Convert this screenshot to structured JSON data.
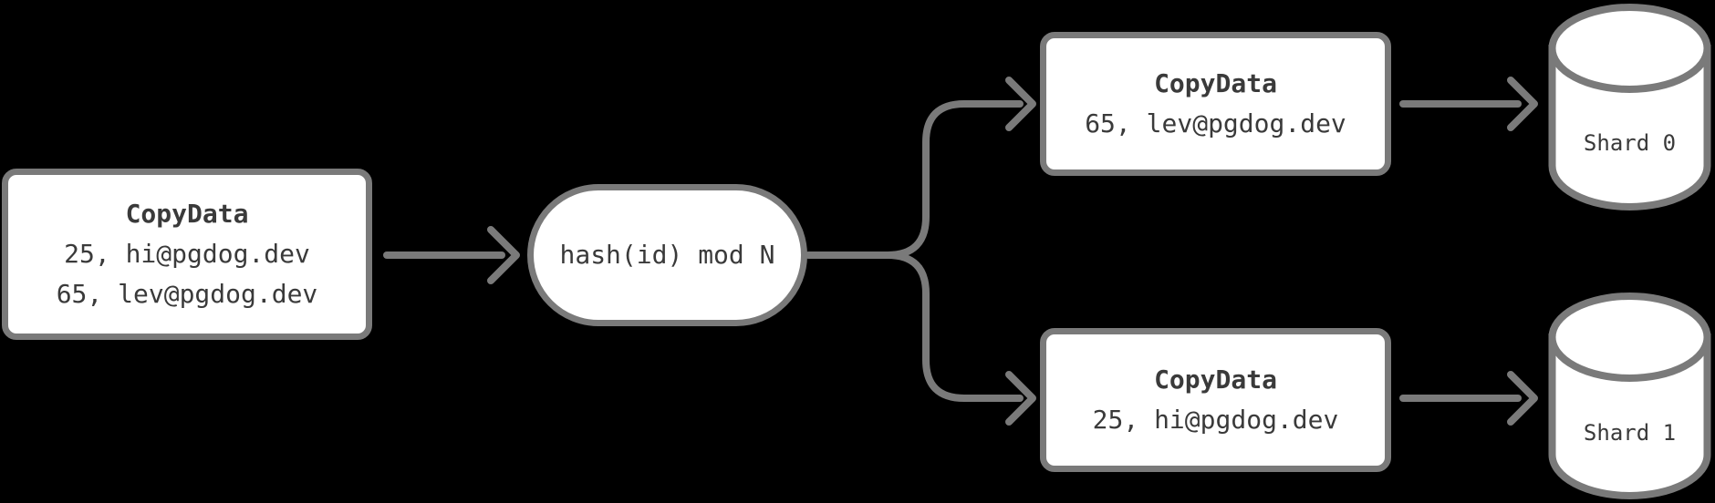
{
  "theme": {
    "background": "#000000",
    "node_fill": "#ffffff",
    "stroke": "#7a7a7a",
    "text": "#3a3a3a"
  },
  "diagram": {
    "source_box": {
      "title": "CopyData",
      "rows": [
        "25, hi@pgdog.dev",
        "65, lev@pgdog.dev"
      ]
    },
    "router_pill": {
      "label": "hash(id) mod N"
    },
    "shard0_box": {
      "title": "CopyData",
      "rows": [
        "65, lev@pgdog.dev"
      ]
    },
    "shard1_box": {
      "title": "CopyData",
      "rows": [
        "25, hi@pgdog.dev"
      ]
    },
    "shard0_cylinder": {
      "label": "Shard 0"
    },
    "shard1_cylinder": {
      "label": "Shard 1"
    }
  }
}
